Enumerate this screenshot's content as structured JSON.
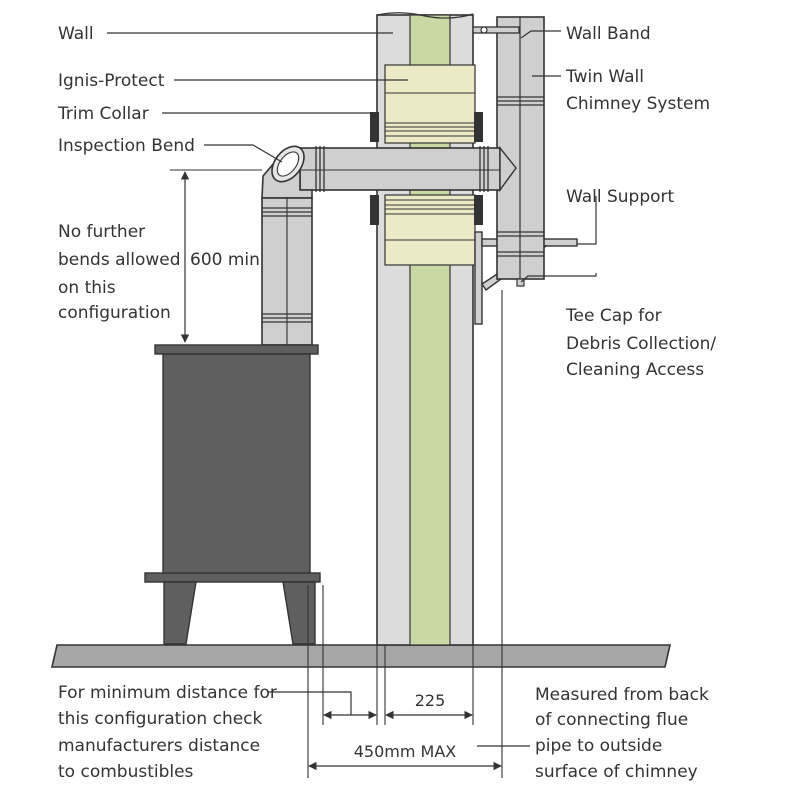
{
  "labels": {
    "wall": "Wall",
    "ignis_protect": "Ignis-Protect",
    "trim_collar": "Trim Collar",
    "inspection_bend": "Inspection Bend",
    "no_further_bends": [
      "No further",
      "bends allowed",
      "on this",
      "configuration"
    ],
    "min_600": "600 min",
    "wall_band": "Wall Band",
    "twin_wall": [
      "Twin Wall",
      "Chimney System"
    ],
    "wall_support": "Wall Support",
    "tee_cap": [
      "Tee Cap for",
      "Debris Collection/",
      "Cleaning Access"
    ],
    "min_distance_note": [
      "For minimum distance for",
      "this configuration check",
      "manufacturers distance",
      "to combustibles"
    ],
    "measured_note": [
      "Measured from back",
      "of connecting flue",
      "pipe to outside",
      "surface of chimney"
    ],
    "dim_225": "225",
    "dim_450": "450mm MAX"
  },
  "colors": {
    "wall_board": "#dcdcdc",
    "insulation": "#c9d9a3",
    "ignis_protect": "#ece9c6",
    "pipe": "#cfcfcf",
    "stove": "#5f5f5f",
    "floor": "#a7a7a7",
    "collar": "#333333",
    "line": "#333333"
  }
}
